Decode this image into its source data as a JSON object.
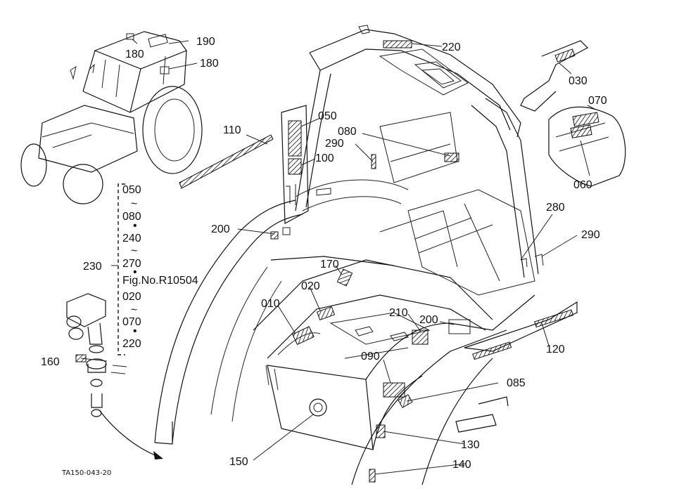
{
  "drawing_id": "TA150-043-20",
  "labels": {
    "l190": "190",
    "l180a": "180",
    "l180b": "180",
    "l220": "220",
    "l030": "030",
    "l070": "070",
    "l060": "060",
    "l110": "110",
    "l050": "050",
    "l080": "080",
    "l290a": "290",
    "l100": "100",
    "l280": "280",
    "l290b": "290",
    "l200a": "200",
    "l170": "170",
    "l020": "020",
    "l010": "010",
    "l210": "210",
    "l200b": "200",
    "l120": "120",
    "l090": "090",
    "l085": "085",
    "l160": "160",
    "l130": "130",
    "l150": "150",
    "l140": "140",
    "l230": "230"
  },
  "legend": {
    "items": [
      "050",
      "~",
      "080",
      "•",
      "240",
      "~",
      "270",
      "•",
      "Fig.No.R10504",
      "020",
      "~",
      "070",
      "•",
      "220"
    ]
  }
}
